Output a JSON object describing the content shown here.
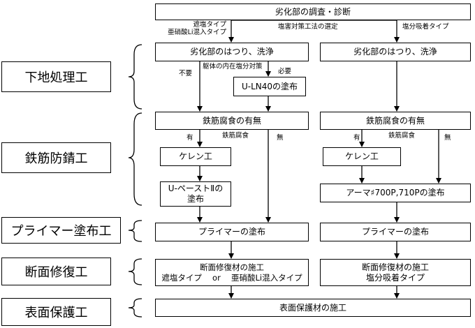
{
  "stages": {
    "base": "下地処理工",
    "rust": "鉄筋防錆工",
    "primer": "プライマー塗布工",
    "repair": "断面修復工",
    "surface": "表面保護工"
  },
  "boxes": {
    "survey": "劣化部の調査・診断",
    "chip_left": "劣化部のはつり、洗浄",
    "chip_right": "劣化部のはつり、洗浄",
    "uln40": "U-LN40の塗布",
    "corrosion_left": "鉄筋腐食の有無",
    "corrosion_right": "鉄筋腐食の有無",
    "kelen_left": "ケレン工",
    "kelen_right": "ケレン工",
    "upaste": "U-ペーストⅡの\n塗布",
    "armor": "アーマ♯700P,710Pの塗布",
    "primer_left": "プライマーの塗布",
    "primer_right": "プライマーの塗布",
    "repair_left": "断面修復材の施工\n遮塩タイプ　 or 　亜硝酸Li混入タイプ",
    "repair_right": "断面修復材の施工\n塩分吸着タイプ",
    "surface_protect": "表面保護材の施工"
  },
  "labels": {
    "shielding_types": "遮塩タイプ\n亜硝酸Li混入タイプ",
    "countermeasure_select": "塩害対策工法の選定",
    "adsorption_type": "塩分吸着タイプ",
    "not_needed": "不要",
    "internal_salt": "躯体の内在塩分対策",
    "needed": "必要",
    "yes_left": "有",
    "rebar_corrosion_left": "鉄筋腐食",
    "no_left": "無",
    "yes_right": "有",
    "rebar_corrosion_right": "鉄筋腐食",
    "no_right": "無"
  }
}
